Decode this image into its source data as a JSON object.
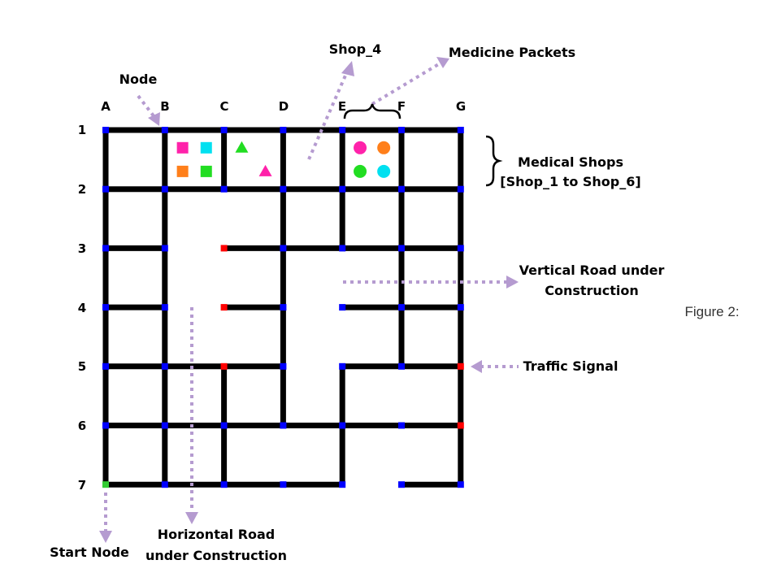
{
  "figure_caption": "Figure 2:",
  "column_labels": [
    "A",
    "B",
    "C",
    "D",
    "E",
    "F",
    "G"
  ],
  "row_labels": [
    "1",
    "2",
    "3",
    "4",
    "5",
    "6",
    "7"
  ],
  "annotations": {
    "node": "Node",
    "shop_4": "Shop_4",
    "medicine_packets": "Medicine Packets",
    "medical_shops_line1": "Medical Shops",
    "medical_shops_line2": "[Shop_1 to Shop_6]",
    "vertical_road_line1": "Vertical Road under",
    "vertical_road_line2": "Construction",
    "traffic_signal": "Traffic Signal",
    "start_node": "Start Node",
    "horizontal_road_line1": "Horizontal Road",
    "horizontal_road_line2": "under Construction"
  },
  "colors": {
    "road": "#000000",
    "node": "#0000ff",
    "traffic_signal": "#ff0000",
    "start_node": "#33cc33",
    "arrow": "#b59bd0",
    "magenta": "#ff22aa",
    "cyan": "#00e0f0",
    "orange": "#ff7f1a",
    "green": "#22dd22"
  },
  "grid": {
    "horizontal_roads": [
      {
        "row": 1,
        "from": "A",
        "to": "G"
      },
      {
        "row": 2,
        "from": "A",
        "to": "G"
      },
      {
        "row": 3,
        "from": "A",
        "to": "B"
      },
      {
        "row": 3,
        "from": "C",
        "to": "G"
      },
      {
        "row": 4,
        "from": "A",
        "to": "B"
      },
      {
        "row": 4,
        "from": "C",
        "to": "D"
      },
      {
        "row": 4,
        "from": "E",
        "to": "G"
      },
      {
        "row": 5,
        "from": "A",
        "to": "D"
      },
      {
        "row": 5,
        "from": "E",
        "to": "G"
      },
      {
        "row": 6,
        "from": "A",
        "to": "G"
      },
      {
        "row": 7,
        "from": "A",
        "to": "E"
      },
      {
        "row": 7,
        "from": "F",
        "to": "G"
      }
    ],
    "vertical_roads": [
      {
        "col": "A",
        "from": 1,
        "to": 7
      },
      {
        "col": "B",
        "from": 1,
        "to": 7
      },
      {
        "col": "C",
        "from": 1,
        "to": 2
      },
      {
        "col": "C",
        "from": 5,
        "to": 7
      },
      {
        "col": "D",
        "from": 1,
        "to": 6
      },
      {
        "col": "E",
        "from": 1,
        "to": 3
      },
      {
        "col": "E",
        "from": 5,
        "to": 7
      },
      {
        "col": "F",
        "from": 1,
        "to": 5
      },
      {
        "col": "G",
        "from": 1,
        "to": 7
      }
    ],
    "red_nodes": [
      "C3",
      "C4",
      "C5",
      "G5",
      "G6"
    ],
    "start_node": "A7",
    "hidden_nodes": [
      "F7"
    ]
  },
  "shop_items": [
    {
      "shape": "square",
      "color": "magenta",
      "cell": "B1",
      "slot": "top-left"
    },
    {
      "shape": "square",
      "color": "cyan",
      "cell": "B1",
      "slot": "top-right"
    },
    {
      "shape": "square",
      "color": "orange",
      "cell": "B1",
      "slot": "bottom-left"
    },
    {
      "shape": "square",
      "color": "green",
      "cell": "B1",
      "slot": "bottom-right"
    },
    {
      "shape": "triangle",
      "color": "green",
      "cell": "C1",
      "slot": "top-left"
    },
    {
      "shape": "triangle",
      "color": "magenta",
      "cell": "C1",
      "slot": "bottom-right"
    },
    {
      "shape": "circle",
      "color": "magenta",
      "cell": "E1",
      "slot": "top-left"
    },
    {
      "shape": "circle",
      "color": "orange",
      "cell": "E1",
      "slot": "top-right"
    },
    {
      "shape": "circle",
      "color": "green",
      "cell": "E1",
      "slot": "bottom-left"
    },
    {
      "shape": "circle",
      "color": "cyan",
      "cell": "E1",
      "slot": "bottom-right"
    }
  ]
}
